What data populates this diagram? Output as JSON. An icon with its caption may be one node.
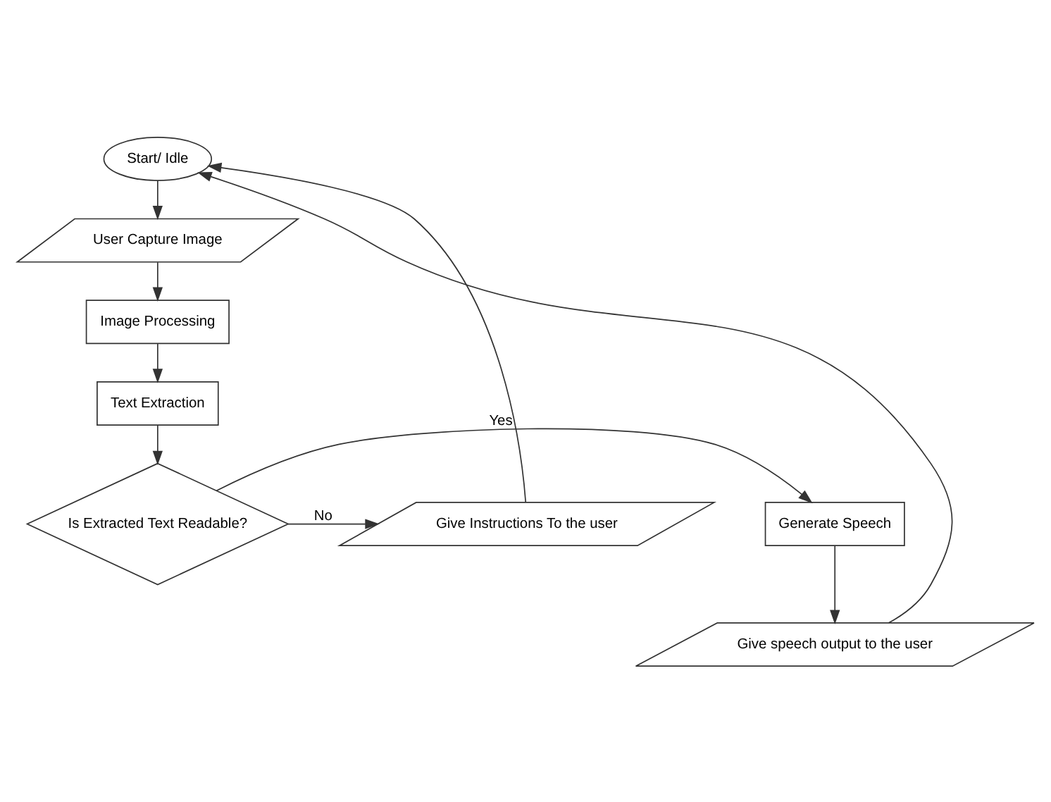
{
  "diagram": {
    "nodes": [
      {
        "text": [
          "Start/ Idle"
        ]
      },
      {
        "text": [
          "User Capture Image"
        ]
      },
      {
        "text": [
          "Image Processing"
        ]
      },
      {
        "text": [
          "Text Extraction"
        ]
      },
      {
        "text": [
          "Is Extracted Text Readable?"
        ]
      },
      {
        "text": [
          "Generate Speech"
        ]
      },
      {
        "text": [
          "Give speech output to the user"
        ]
      },
      {
        "text": [
          "Give Instructions To the user"
        ]
      }
    ],
    "edges": [
      {
        "from": 0,
        "to": 1,
        "arrow": "to"
      },
      {
        "from": 1,
        "to": 2,
        "arrow": "to"
      },
      {
        "from": 2,
        "to": 3,
        "arrow": "to"
      },
      {
        "from": 3,
        "to": 4,
        "arrow": "to"
      },
      {
        "from": 4,
        "to": 5,
        "arrow": "to",
        "label": "Yes"
      },
      {
        "from": 5,
        "to": 6,
        "arrow": "to"
      },
      {
        "from": 6,
        "to": 0,
        "arrow": "to"
      },
      {
        "from": 4,
        "to": 7,
        "arrow": "to",
        "label": "No"
      },
      {
        "from": 7,
        "to": 0,
        "arrow": "to"
      }
    ]
  }
}
